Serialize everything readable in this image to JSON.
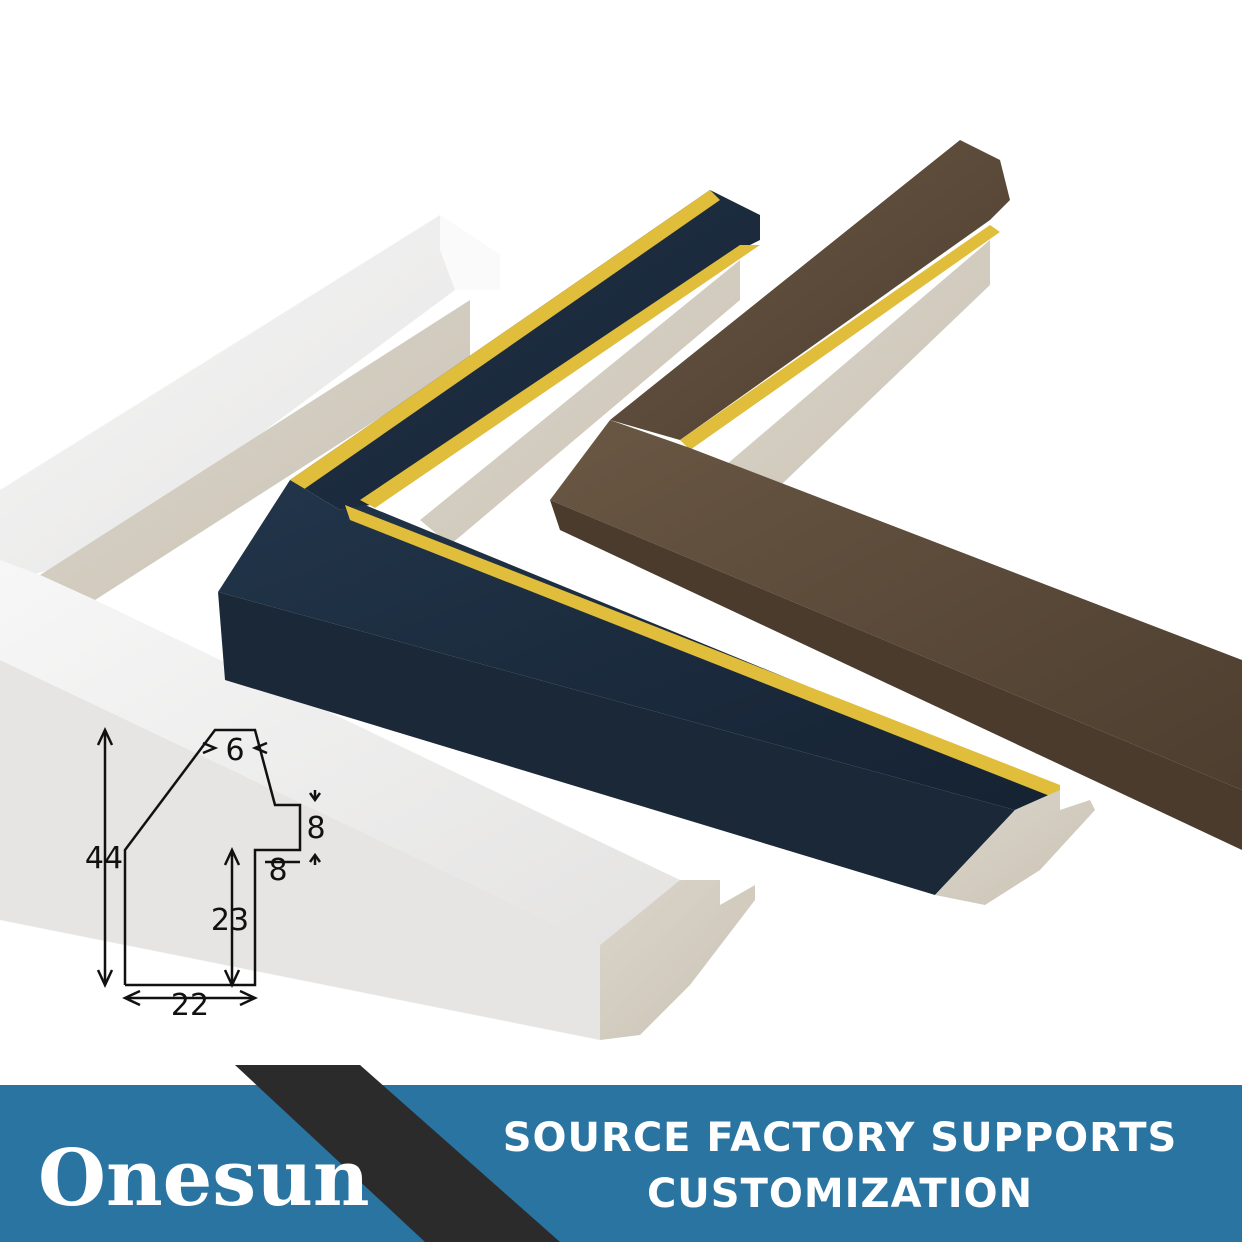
{
  "brand": {
    "logo_text": "Onesun"
  },
  "banner": {
    "line1": "SOURCE FACTORY SUPPORTS",
    "line2": "CUSTOMIZATION",
    "color": "#2a74a2",
    "accent": "#2b2b2b"
  },
  "profile": {
    "dims": {
      "total_height": "44",
      "top": "6",
      "rebate_height": "8",
      "rebate_width": "8",
      "inner_height": "23",
      "width": "22"
    }
  },
  "frames": {
    "white": {
      "color": "#f0efee"
    },
    "navy": {
      "color": "#1c2a3a",
      "trim": "#e0bd3a"
    },
    "bronze": {
      "color": "#5b4a38",
      "trim": "#e0bd3a"
    },
    "core": {
      "color": "#d9d3c7"
    }
  }
}
